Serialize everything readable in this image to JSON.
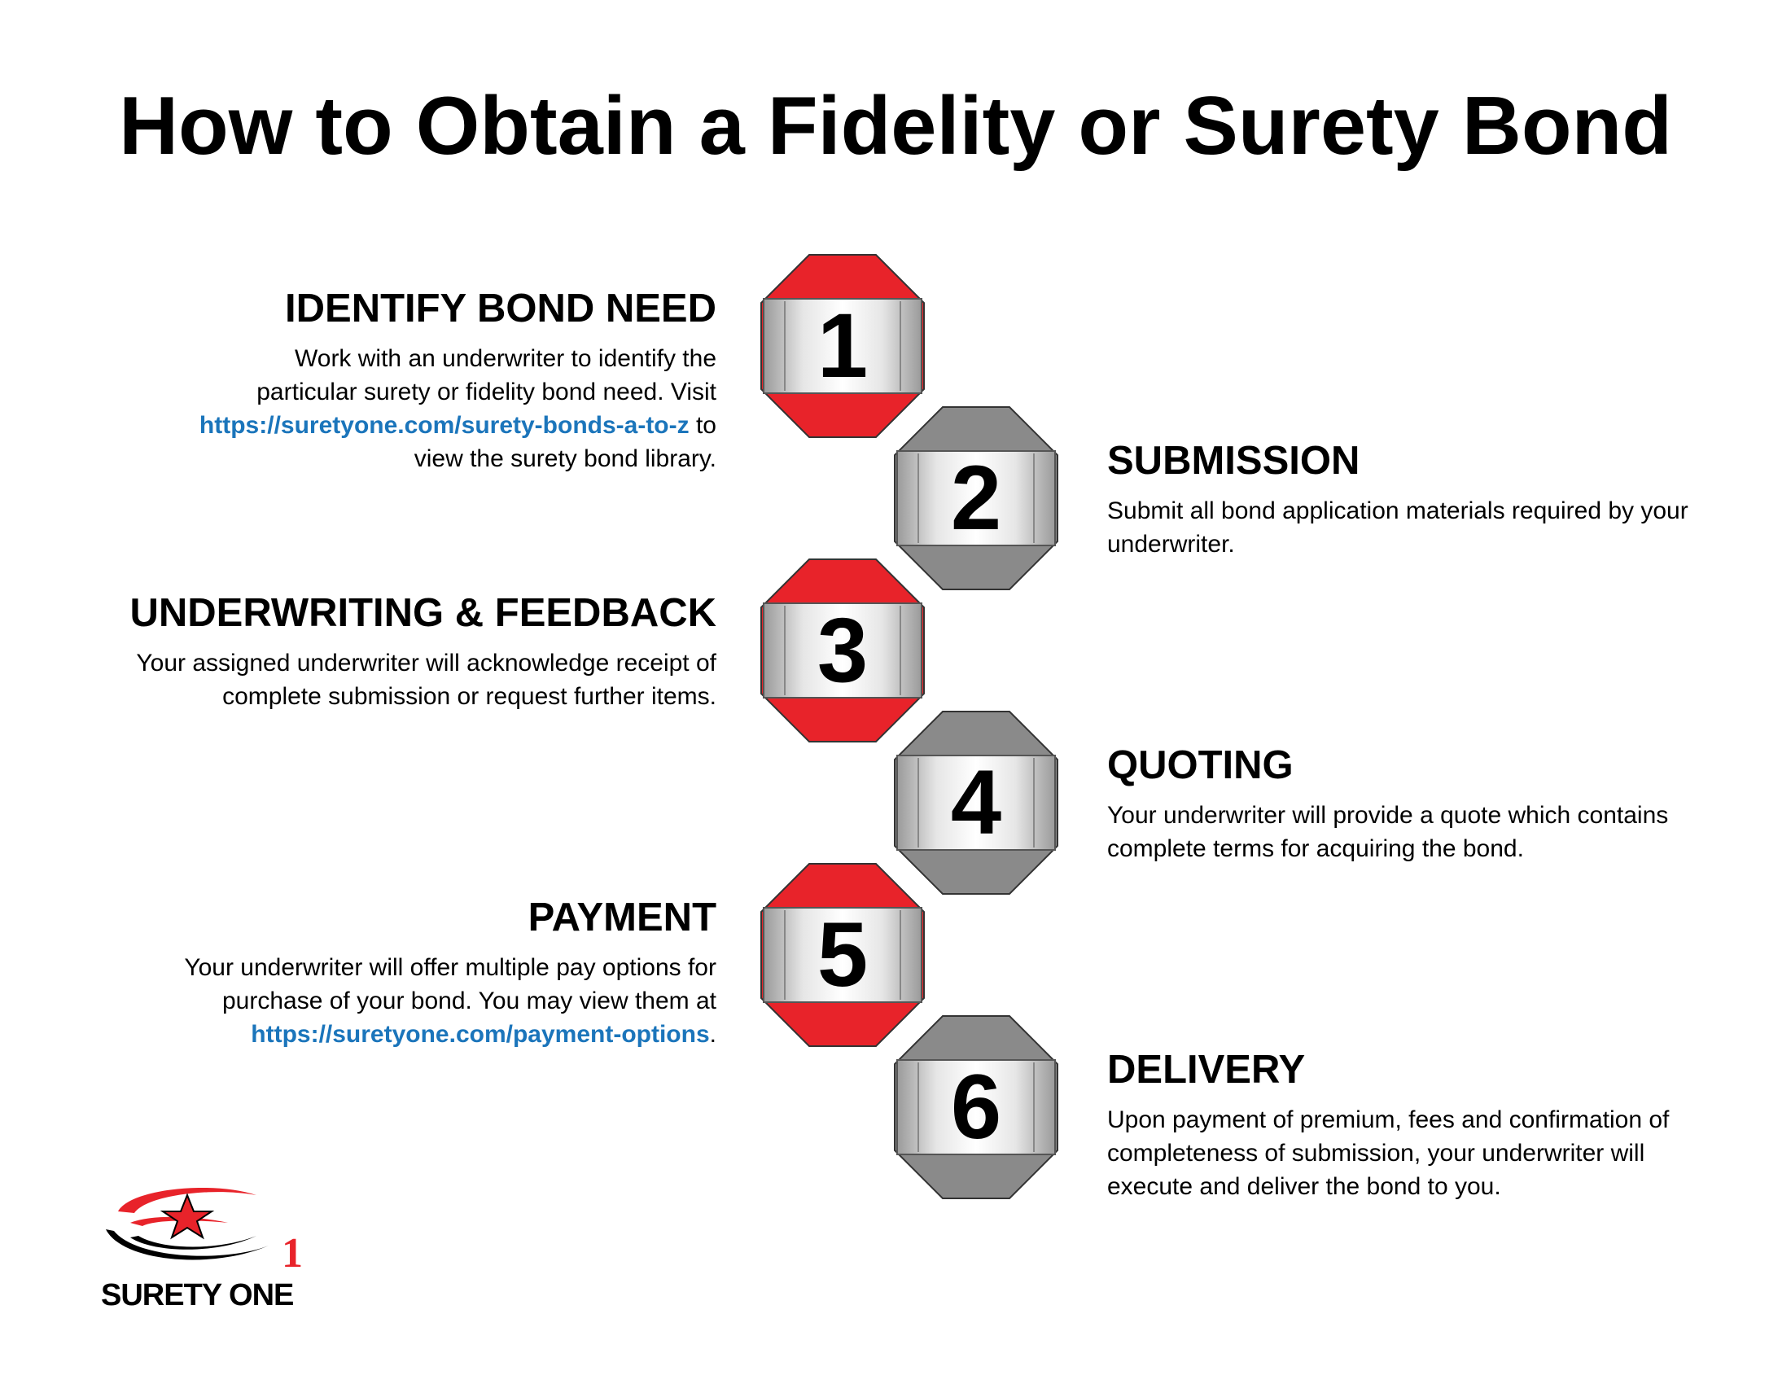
{
  "title": "How to Obtain a Fidelity or Surety Bond",
  "colors": {
    "red_badge": "#e8232a",
    "gray_badge": "#8a8a8a",
    "link": "#1b75bb"
  },
  "steps": [
    {
      "number": "1",
      "color": "red",
      "title": "IDENTIFY BOND NEED",
      "body_pre": "Work with an underwriter to identify the particular surety or fidelity bond need. Visit",
      "link": "https://suretyone.com/surety-bonds-a-to-z",
      "body_post": "to view the surety bond library."
    },
    {
      "number": "2",
      "color": "gray",
      "title": "SUBMISSION",
      "body": "Submit all bond application materials required by your underwriter."
    },
    {
      "number": "3",
      "color": "red",
      "title": "UNDERWRITING & FEEDBACK",
      "body": "Your assigned underwriter will acknowledge receipt of complete submission or request further items."
    },
    {
      "number": "4",
      "color": "gray",
      "title": "QUOTING",
      "body": "Your underwriter will provide a quote which contains complete terms for acquiring the bond."
    },
    {
      "number": "5",
      "color": "red",
      "title": "PAYMENT",
      "body_pre": "Your underwriter will offer multiple pay options for purchase of your bond. You may view them at",
      "link": "https://suretyone.com/payment-options",
      "body_post": "."
    },
    {
      "number": "6",
      "color": "gray",
      "title": "DELIVERY",
      "body": "Upon payment of premium, fees and confirmation of completeness of submission, your underwriter will execute and deliver the bond to you."
    }
  ],
  "logo": {
    "text": "SURETY ONE",
    "numeral": "1"
  }
}
